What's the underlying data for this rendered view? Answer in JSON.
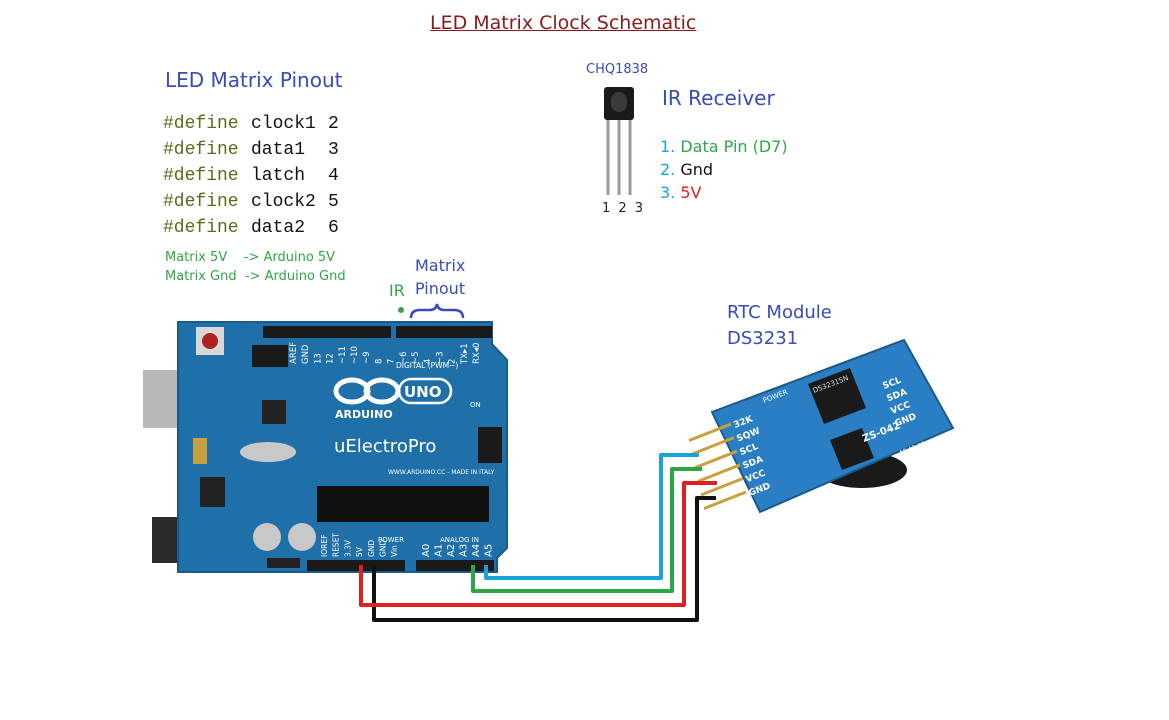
{
  "title": "LED Matrix Clock Schematic",
  "matrix_pinout": {
    "heading": "LED Matrix Pinout",
    "defines": [
      {
        "keyword": "#define",
        "name": "clock1",
        "value": "2"
      },
      {
        "keyword": "#define",
        "name": "data1",
        "value": "3"
      },
      {
        "keyword": "#define",
        "name": "latch",
        "value": "4"
      },
      {
        "keyword": "#define",
        "name": "clock2",
        "value": "5"
      },
      {
        "keyword": "#define",
        "name": "data2",
        "value": "6"
      }
    ],
    "power_notes": [
      "Matrix 5V    -> Arduino 5V",
      "Matrix Gnd  -> Arduino Gnd"
    ]
  },
  "ir_receiver": {
    "part": "CHQ1838",
    "heading": "IR Receiver",
    "pin_numbers": "1 2 3",
    "pins": [
      {
        "num": "1.",
        "label": "Data Pin (D7)",
        "color": "#2fa646"
      },
      {
        "num": "2.",
        "label": "Gnd",
        "color": "#111111"
      },
      {
        "num": "3.",
        "label": "5V",
        "color": "#e02020"
      }
    ]
  },
  "labels": {
    "ir": "IR",
    "matrix_line1": "Matrix",
    "matrix_line2": "Pinout"
  },
  "rtc": {
    "line1": "RTC Module",
    "line2": "DS3231",
    "chip": "DS3231SN",
    "board_name": "ZS-042",
    "left_pins": [
      "32K",
      "SQW",
      "SCL",
      "SDA",
      "VCC",
      "GND"
    ],
    "right_pins": [
      "SCL",
      "SDA",
      "VCC",
      "GND"
    ],
    "power_label": "POWER",
    "addr_label": "A0 A1 A2"
  },
  "arduino": {
    "brand": "ARDUINO",
    "model": "UNO",
    "maker": "uElectroPro",
    "url": "WWW.ARDUINO.CC - MADE IN ITALY",
    "digital_label": "DIGITAL (PWM~)",
    "on_label": "ON",
    "power_label": "POWER",
    "analog_label": "ANALOG IN",
    "digital_pins": [
      "AREF",
      "GND",
      "13",
      "12",
      "~11",
      "~10",
      "~9",
      "8",
      "7",
      "~6",
      "~5",
      "4",
      "~3",
      "2",
      "TX▸1",
      "RX◂0"
    ],
    "power_pins": [
      "IOREF",
      "RESET",
      "3.3V",
      "5V",
      "GND",
      "GND",
      "Vin"
    ],
    "analog_pins": [
      "A0",
      "A1",
      "A2",
      "A3",
      "A4",
      "A5"
    ]
  },
  "colors": {
    "wire_scl": "#1aa3d8",
    "wire_sda": "#2fa646",
    "wire_vcc": "#e02020",
    "wire_gnd": "#111111",
    "board": "#1f6fa8",
    "rtc_board": "#2a7fc4"
  }
}
